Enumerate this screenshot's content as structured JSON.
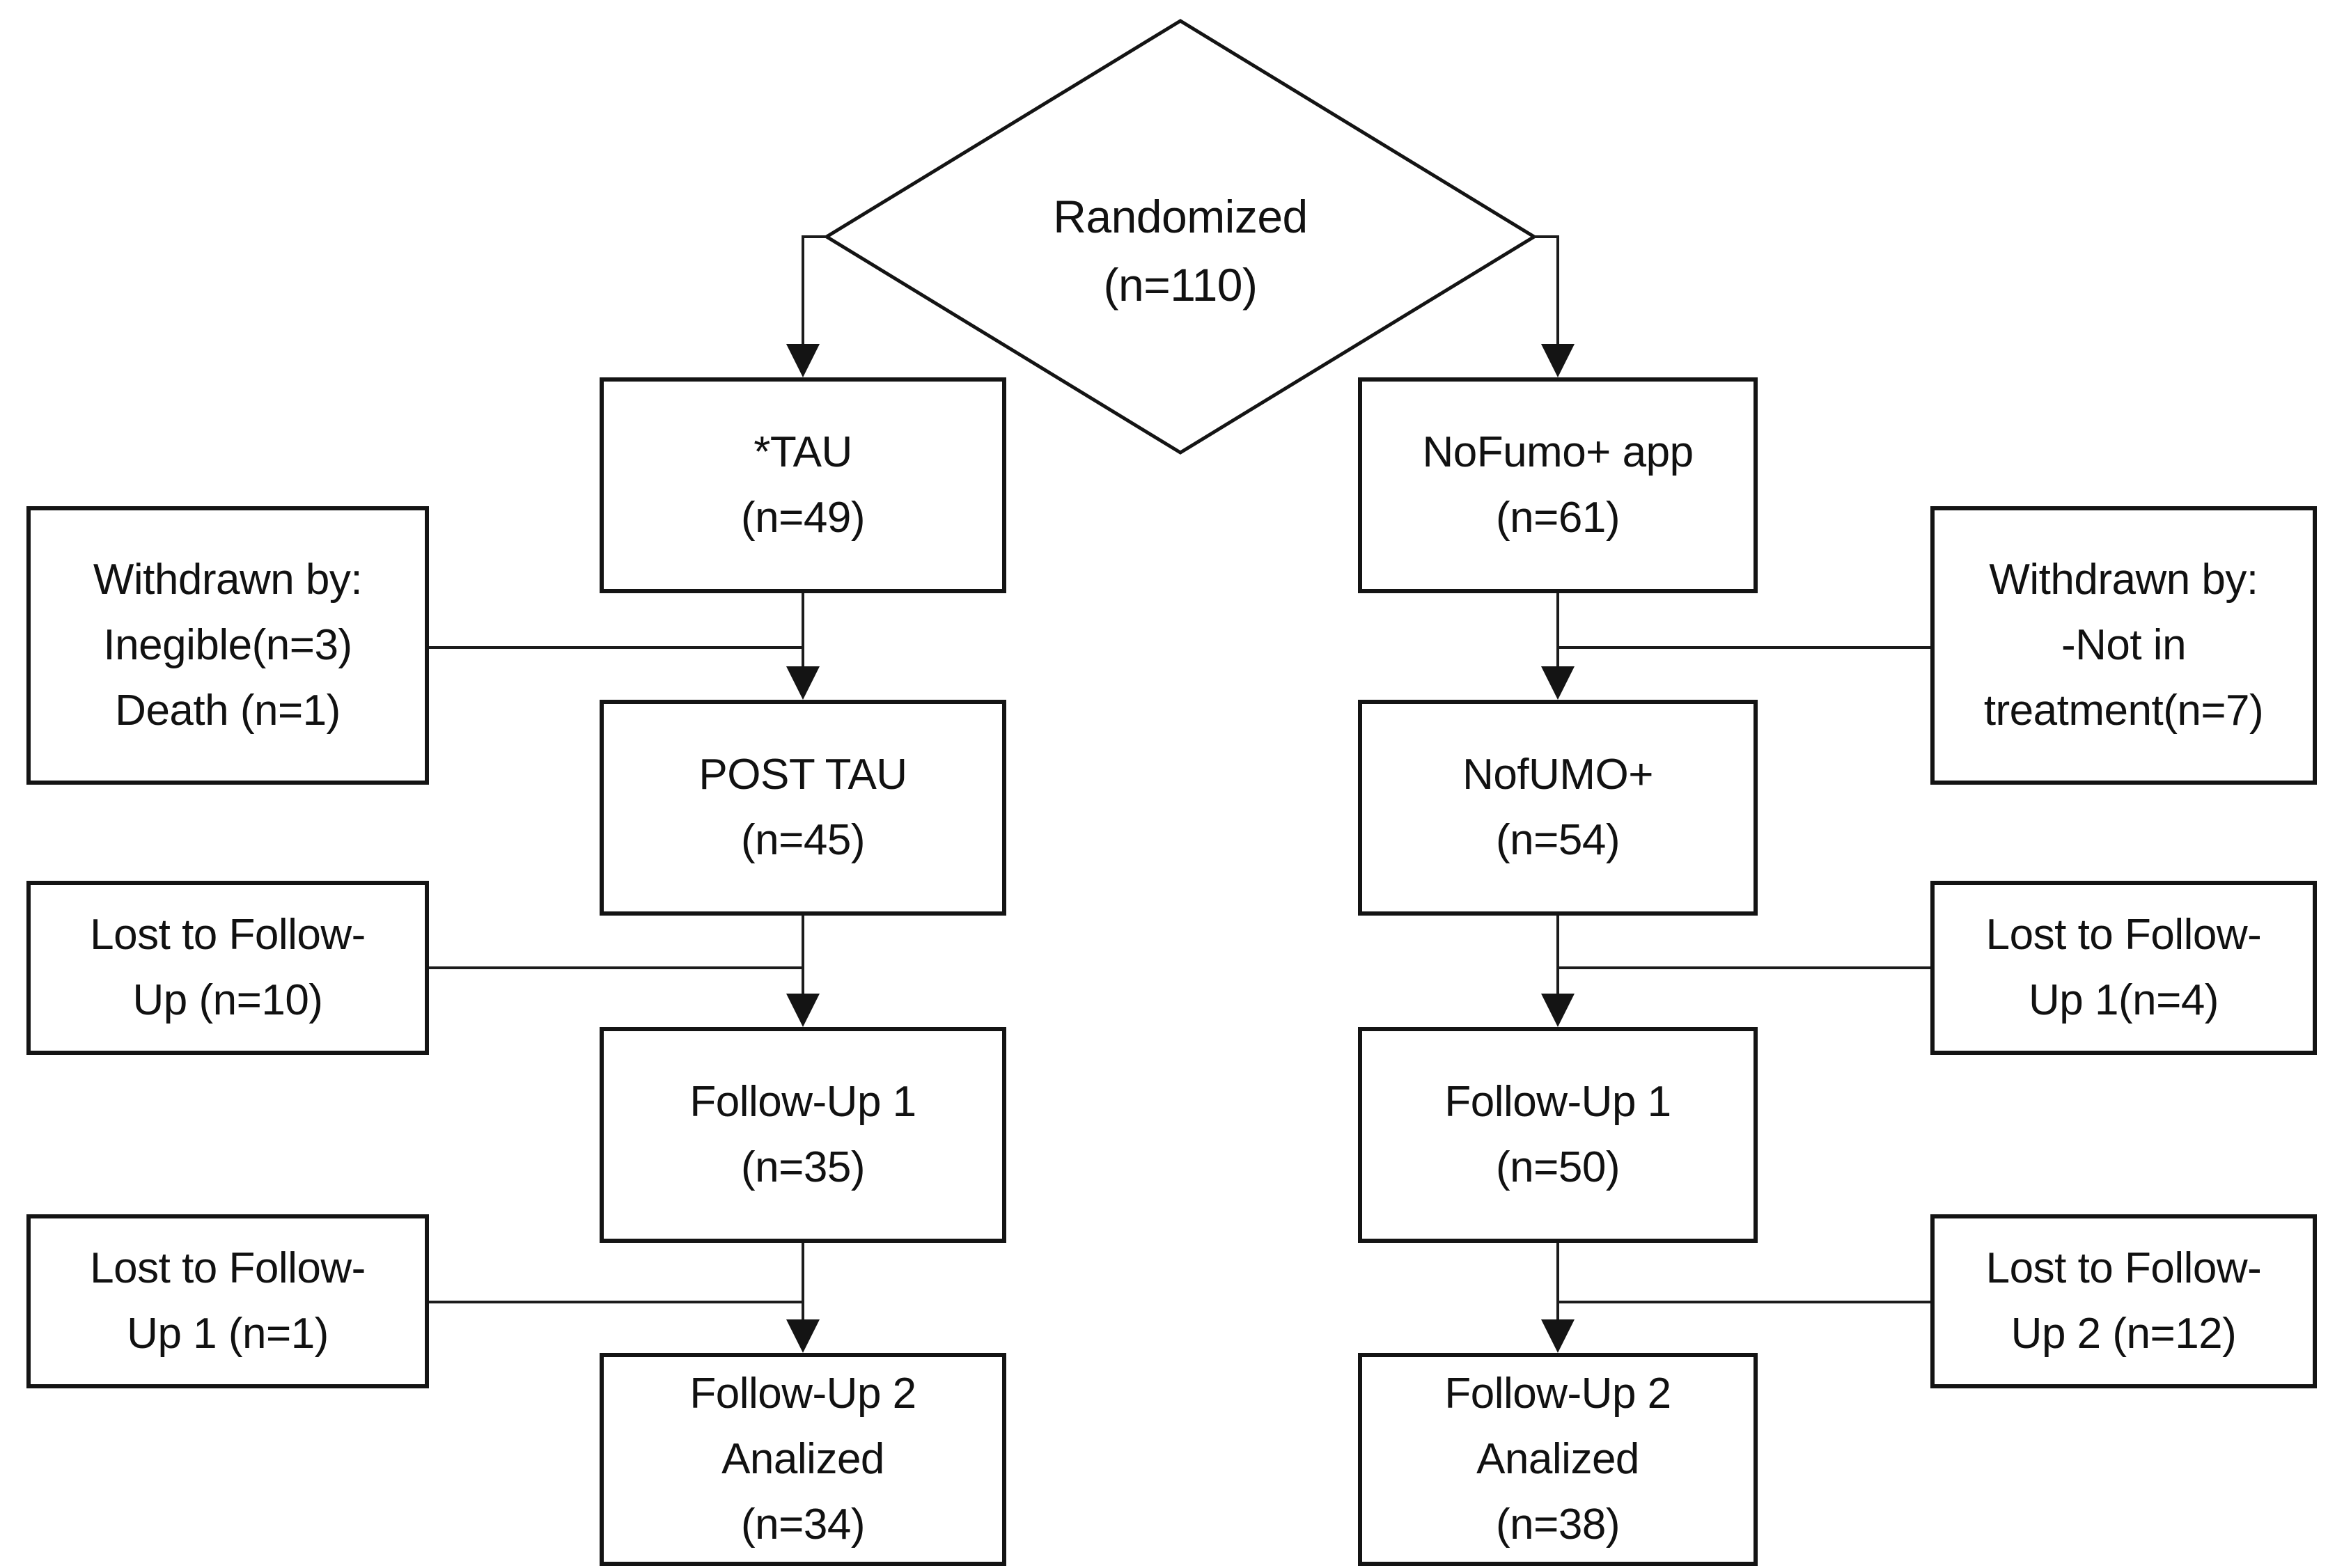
{
  "flow": {
    "randomized": {
      "lines": [
        "Randomized",
        "(n=110)"
      ]
    },
    "tau_arm": {
      "steps": [
        {
          "id": "tau",
          "lines": [
            "*TAU",
            "(n=49)"
          ]
        },
        {
          "id": "post_tau",
          "lines": [
            "POST TAU",
            "(n=45)"
          ]
        },
        {
          "id": "follow_up_1",
          "lines": [
            "Follow-Up 1",
            "(n=35)"
          ]
        },
        {
          "id": "follow_up_2",
          "lines": [
            "Follow-Up 2",
            "Analized",
            "(n=34)"
          ]
        }
      ],
      "side_notes": [
        {
          "id": "withdrawn",
          "lines": [
            "Withdrawn by:",
            "Inegible(n=3)",
            "Death (n=1)"
          ]
        },
        {
          "id": "lost_follow_up",
          "lines": [
            "Lost to Follow-",
            "Up (n=10)"
          ]
        },
        {
          "id": "lost_follow_up_1",
          "lines": [
            "Lost to Follow-",
            "Up 1 (n=1)"
          ]
        }
      ]
    },
    "nofumo_arm": {
      "steps": [
        {
          "id": "nofumo_app",
          "lines": [
            "NoFumo+ app",
            "(n=61)"
          ]
        },
        {
          "id": "nofumo_post",
          "lines": [
            "NofUMO+",
            "(n=54)"
          ]
        },
        {
          "id": "follow_up_1",
          "lines": [
            "Follow-Up 1",
            "(n=50)"
          ]
        },
        {
          "id": "follow_up_2",
          "lines": [
            "Follow-Up 2",
            "Analized",
            "(n=38)"
          ]
        }
      ],
      "side_notes": [
        {
          "id": "withdrawn",
          "lines": [
            "Withdrawn by:",
            "-Not in",
            "treatment(n=7)"
          ]
        },
        {
          "id": "lost_follow_up_1",
          "lines": [
            "Lost to Follow-",
            "Up 1(n=4)"
          ]
        },
        {
          "id": "lost_follow_up_2",
          "lines": [
            "Lost to Follow-",
            "Up 2 (n=12)"
          ]
        }
      ]
    }
  },
  "colors": {
    "ink": "#111111",
    "line": "#1c1c1c",
    "paper": "#ffffff"
  }
}
